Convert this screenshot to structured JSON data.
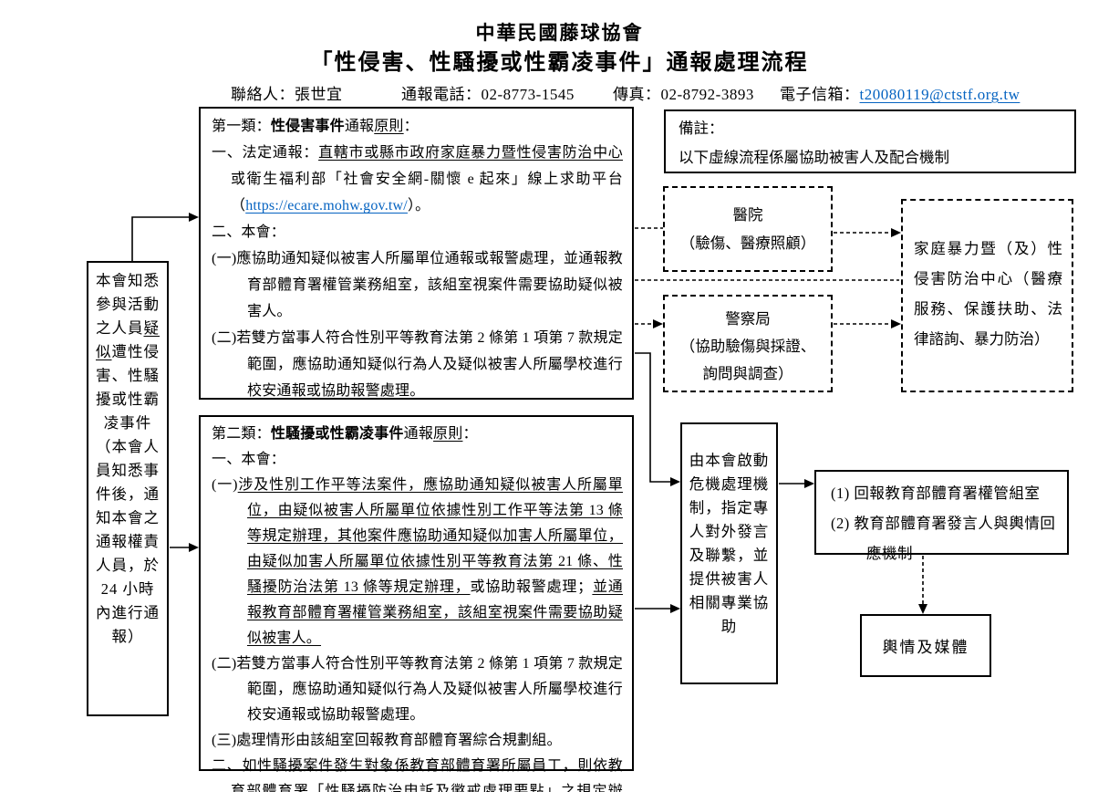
{
  "colors": {
    "link_blue": "#0563C1",
    "line_black": "#000000",
    "page_bg": "#ffffff"
  },
  "header": {
    "title": "中華民國藤球協會",
    "subtitle": "「性侵害、性騷擾或性霸凌事件」通報處理流程"
  },
  "contact": {
    "person_label": "聯絡人：",
    "person": "張世宜",
    "phone_label": "通報電話：",
    "phone": "02-8773-1545",
    "fax_label": "傳真：",
    "fax": "02-8792-3893",
    "email_label": "電子信箱：",
    "email": "t20080119@ctstf.org.tw"
  },
  "awareness_box": {
    "pre": "本會知悉參與活動之人員",
    "underline": "疑似",
    "post": "遭性侵害、性騷擾或性霸凌事件（本會人員知悉事件後，通知本會之通報權責人員，於 24 小時內進行通報）"
  },
  "category1_box": {
    "heading": {
      "pre": "第一類：",
      "bold": "性侵害事件",
      "mid": "通報",
      "underline": "原則",
      "post": "："
    },
    "item1": {
      "label": "一、法定通報：",
      "underline": "直轄市或縣市政府家庭暴力暨性侵害防治中心",
      "text2": "或衛生福利部「社會安全網-關懷 e 起來」線上求助平台（",
      "link": "https://ecare.mohw.gov.tw/",
      "text3": "）。"
    },
    "item2_label": "二、本會：",
    "item2a": "(一)應協助通知疑似被害人所屬單位通報或報警處理，並通報教育部體育署權管業務組室，該組室視案件需要協助疑似被害人。",
    "item2b": "(二)若雙方當事人符合性別平等教育法第 2 條第 1 項第 7 款規定範圍，應協助通知疑似行為人及疑似被害人所屬學校進行校安通報或協助報警處理。"
  },
  "note_box": {
    "title": "備註：",
    "text": "以下虛線流程係屬協助被害人及配合機制"
  },
  "hospital_box": {
    "title": "醫院",
    "subtitle": "（驗傷、醫療照顧）"
  },
  "police_box": {
    "title": "警察局",
    "subtitle": "（協助驗傷與採證、詢問與調查）"
  },
  "center_box": {
    "text": "家庭暴力暨（及）性侵害防治中心（醫療服務、保護扶助、法律諮詢、暴力防治）"
  },
  "category2_box": {
    "heading": {
      "pre": "第二類：",
      "bold": "性騷擾或性霸凌事件",
      "mid": "通報",
      "underline": "原則",
      "post": "："
    },
    "item1_label": "一、本會：",
    "item1a": {
      "label": "(一)",
      "underline1": "涉及性別工作平等法案件，應協助通知疑似被害人所屬單位，由疑似被害人所屬單位依據性別工作平等法第 13 條等規定辦理，其他案件應協助通知疑似加害人所屬單位，由疑似加害人所屬單位依據性別平等教育法第 21 條、性騷擾防治法第 13 條等規定辦理，",
      "plain": "或協助報警處理；",
      "underline2": "並通報教育部體育署權管業務組室，該組室視案件需要協助疑似被害人。"
    },
    "item1b": "(二)若雙方當事人符合性別平等教育法第 2 條第 1 項第 7 款規定範圍，應協助通知疑似行為人及疑似被害人所屬學校進行校安通報或協助報警處理。",
    "item1c": "(三)處理情形由該組室回報教育部體育署綜合規劃組。",
    "item2": "二、如性騷擾案件發生對象係教育部體育署所屬員工，則依教育部體育署「性騷擾防治申訴及懲戒處理要點」之規定辦理。"
  },
  "crisis_box": {
    "text": "由本會啟動危機處理機制，指定專人對外發言及聯繫，並提供被害人相關專業協助"
  },
  "report_box": {
    "line1": "(1) 回報教育部體育署權管組室",
    "line2": "(2) 教育部體育署發言人與輿情回應機制"
  },
  "media_box": {
    "text": "輿情及媒體"
  }
}
